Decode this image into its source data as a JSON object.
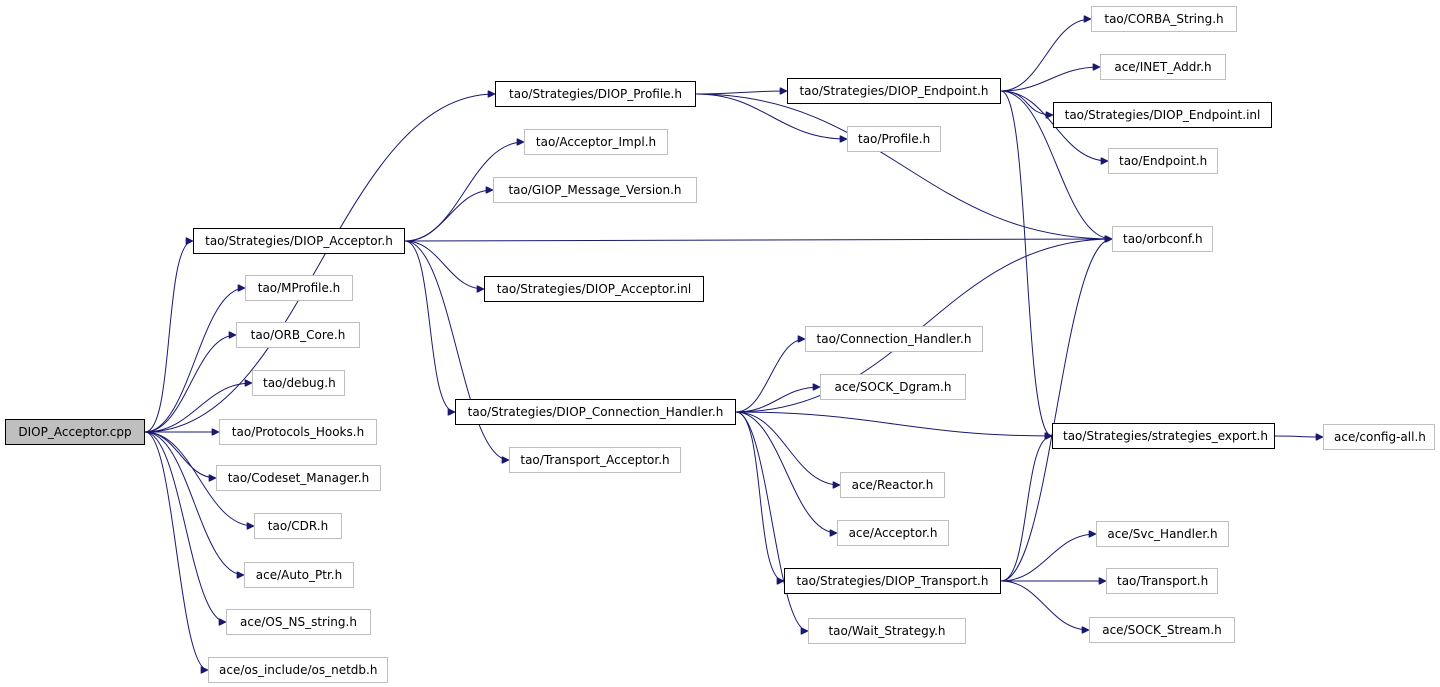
{
  "diagram": {
    "root": "DIOP_Acceptor.cpp",
    "nodes": {
      "root": "DIOP_Acceptor.cpp",
      "diop_profile_h": "tao/Strategies/DIOP_Profile.h",
      "diop_endpoint_h": "tao/Strategies/DIOP_Endpoint.h",
      "corba_string_h": "tao/CORBA_String.h",
      "inet_addr_h": "ace/INET_Addr.h",
      "diop_endpoint_inl": "tao/Strategies/DIOP_Endpoint.inl",
      "profile_h": "tao/Profile.h",
      "endpoint_h": "tao/Endpoint.h",
      "acceptor_impl_h": "tao/Acceptor_Impl.h",
      "giop_message_version_h": "tao/GIOP_Message_Version.h",
      "diop_acceptor_h": "tao/Strategies/DIOP_Acceptor.h",
      "orbconf_h": "tao/orbconf.h",
      "mprofile_h": "tao/MProfile.h",
      "diop_acceptor_inl": "tao/Strategies/DIOP_Acceptor.inl",
      "orb_core_h": "tao/ORB_Core.h",
      "connection_handler_h": "tao/Connection_Handler.h",
      "debug_h": "tao/debug.h",
      "sock_dgram_h": "ace/SOCK_Dgram.h",
      "diop_connection_handler_h": "tao/Strategies/DIOP_Connection_Handler.h",
      "protocols_hooks_h": "tao/Protocols_Hooks.h",
      "strategies_export_h": "tao/Strategies/strategies_export.h",
      "config_all_h": "ace/config-all.h",
      "transport_acceptor_h": "tao/Transport_Acceptor.h",
      "codeset_manager_h": "tao/Codeset_Manager.h",
      "reactor_h": "ace/Reactor.h",
      "cdr_h": "tao/CDR.h",
      "acceptor_h": "ace/Acceptor.h",
      "svc_handler_h": "ace/Svc_Handler.h",
      "auto_ptr_h": "ace/Auto_Ptr.h",
      "diop_transport_h": "tao/Strategies/DIOP_Transport.h",
      "transport_h": "tao/Transport.h",
      "os_ns_string_h": "ace/OS_NS_string.h",
      "sock_stream_h": "ace/SOCK_Stream.h",
      "wait_strategy_h": "tao/Wait_Strategy.h",
      "os_netdb_h": "ace/os_include/os_netdb.h"
    },
    "edges": [
      [
        "root",
        "diop_profile_h"
      ],
      [
        "root",
        "diop_acceptor_h"
      ],
      [
        "root",
        "mprofile_h"
      ],
      [
        "root",
        "orb_core_h"
      ],
      [
        "root",
        "debug_h"
      ],
      [
        "root",
        "protocols_hooks_h"
      ],
      [
        "root",
        "codeset_manager_h"
      ],
      [
        "root",
        "cdr_h"
      ],
      [
        "root",
        "auto_ptr_h"
      ],
      [
        "root",
        "os_ns_string_h"
      ],
      [
        "root",
        "os_netdb_h"
      ],
      [
        "diop_profile_h",
        "diop_endpoint_h"
      ],
      [
        "diop_profile_h",
        "profile_h"
      ],
      [
        "diop_profile_h",
        "orbconf_h"
      ],
      [
        "diop_endpoint_h",
        "corba_string_h"
      ],
      [
        "diop_endpoint_h",
        "inet_addr_h"
      ],
      [
        "diop_endpoint_h",
        "diop_endpoint_inl"
      ],
      [
        "diop_endpoint_h",
        "endpoint_h"
      ],
      [
        "diop_endpoint_h",
        "orbconf_h"
      ],
      [
        "diop_endpoint_h",
        "strategies_export_h"
      ],
      [
        "diop_acceptor_h",
        "acceptor_impl_h"
      ],
      [
        "diop_acceptor_h",
        "giop_message_version_h"
      ],
      [
        "diop_acceptor_h",
        "orbconf_h"
      ],
      [
        "diop_acceptor_h",
        "diop_acceptor_inl"
      ],
      [
        "diop_acceptor_h",
        "diop_connection_handler_h"
      ],
      [
        "diop_acceptor_h",
        "transport_acceptor_h"
      ],
      [
        "diop_connection_handler_h",
        "orbconf_h"
      ],
      [
        "diop_connection_handler_h",
        "connection_handler_h"
      ],
      [
        "diop_connection_handler_h",
        "sock_dgram_h"
      ],
      [
        "diop_connection_handler_h",
        "strategies_export_h"
      ],
      [
        "diop_connection_handler_h",
        "reactor_h"
      ],
      [
        "diop_connection_handler_h",
        "acceptor_h"
      ],
      [
        "diop_connection_handler_h",
        "diop_transport_h"
      ],
      [
        "diop_connection_handler_h",
        "wait_strategy_h"
      ],
      [
        "strategies_export_h",
        "config_all_h"
      ],
      [
        "diop_transport_h",
        "orbconf_h"
      ],
      [
        "diop_transport_h",
        "strategies_export_h"
      ],
      [
        "diop_transport_h",
        "svc_handler_h"
      ],
      [
        "diop_transport_h",
        "transport_h"
      ],
      [
        "diop_transport_h",
        "sock_stream_h"
      ]
    ],
    "colors": {
      "edge": "#191970",
      "root_fill": "#bfbfbf",
      "documented_border": "#000000",
      "undocumented_border": "#bfbfbf"
    }
  }
}
